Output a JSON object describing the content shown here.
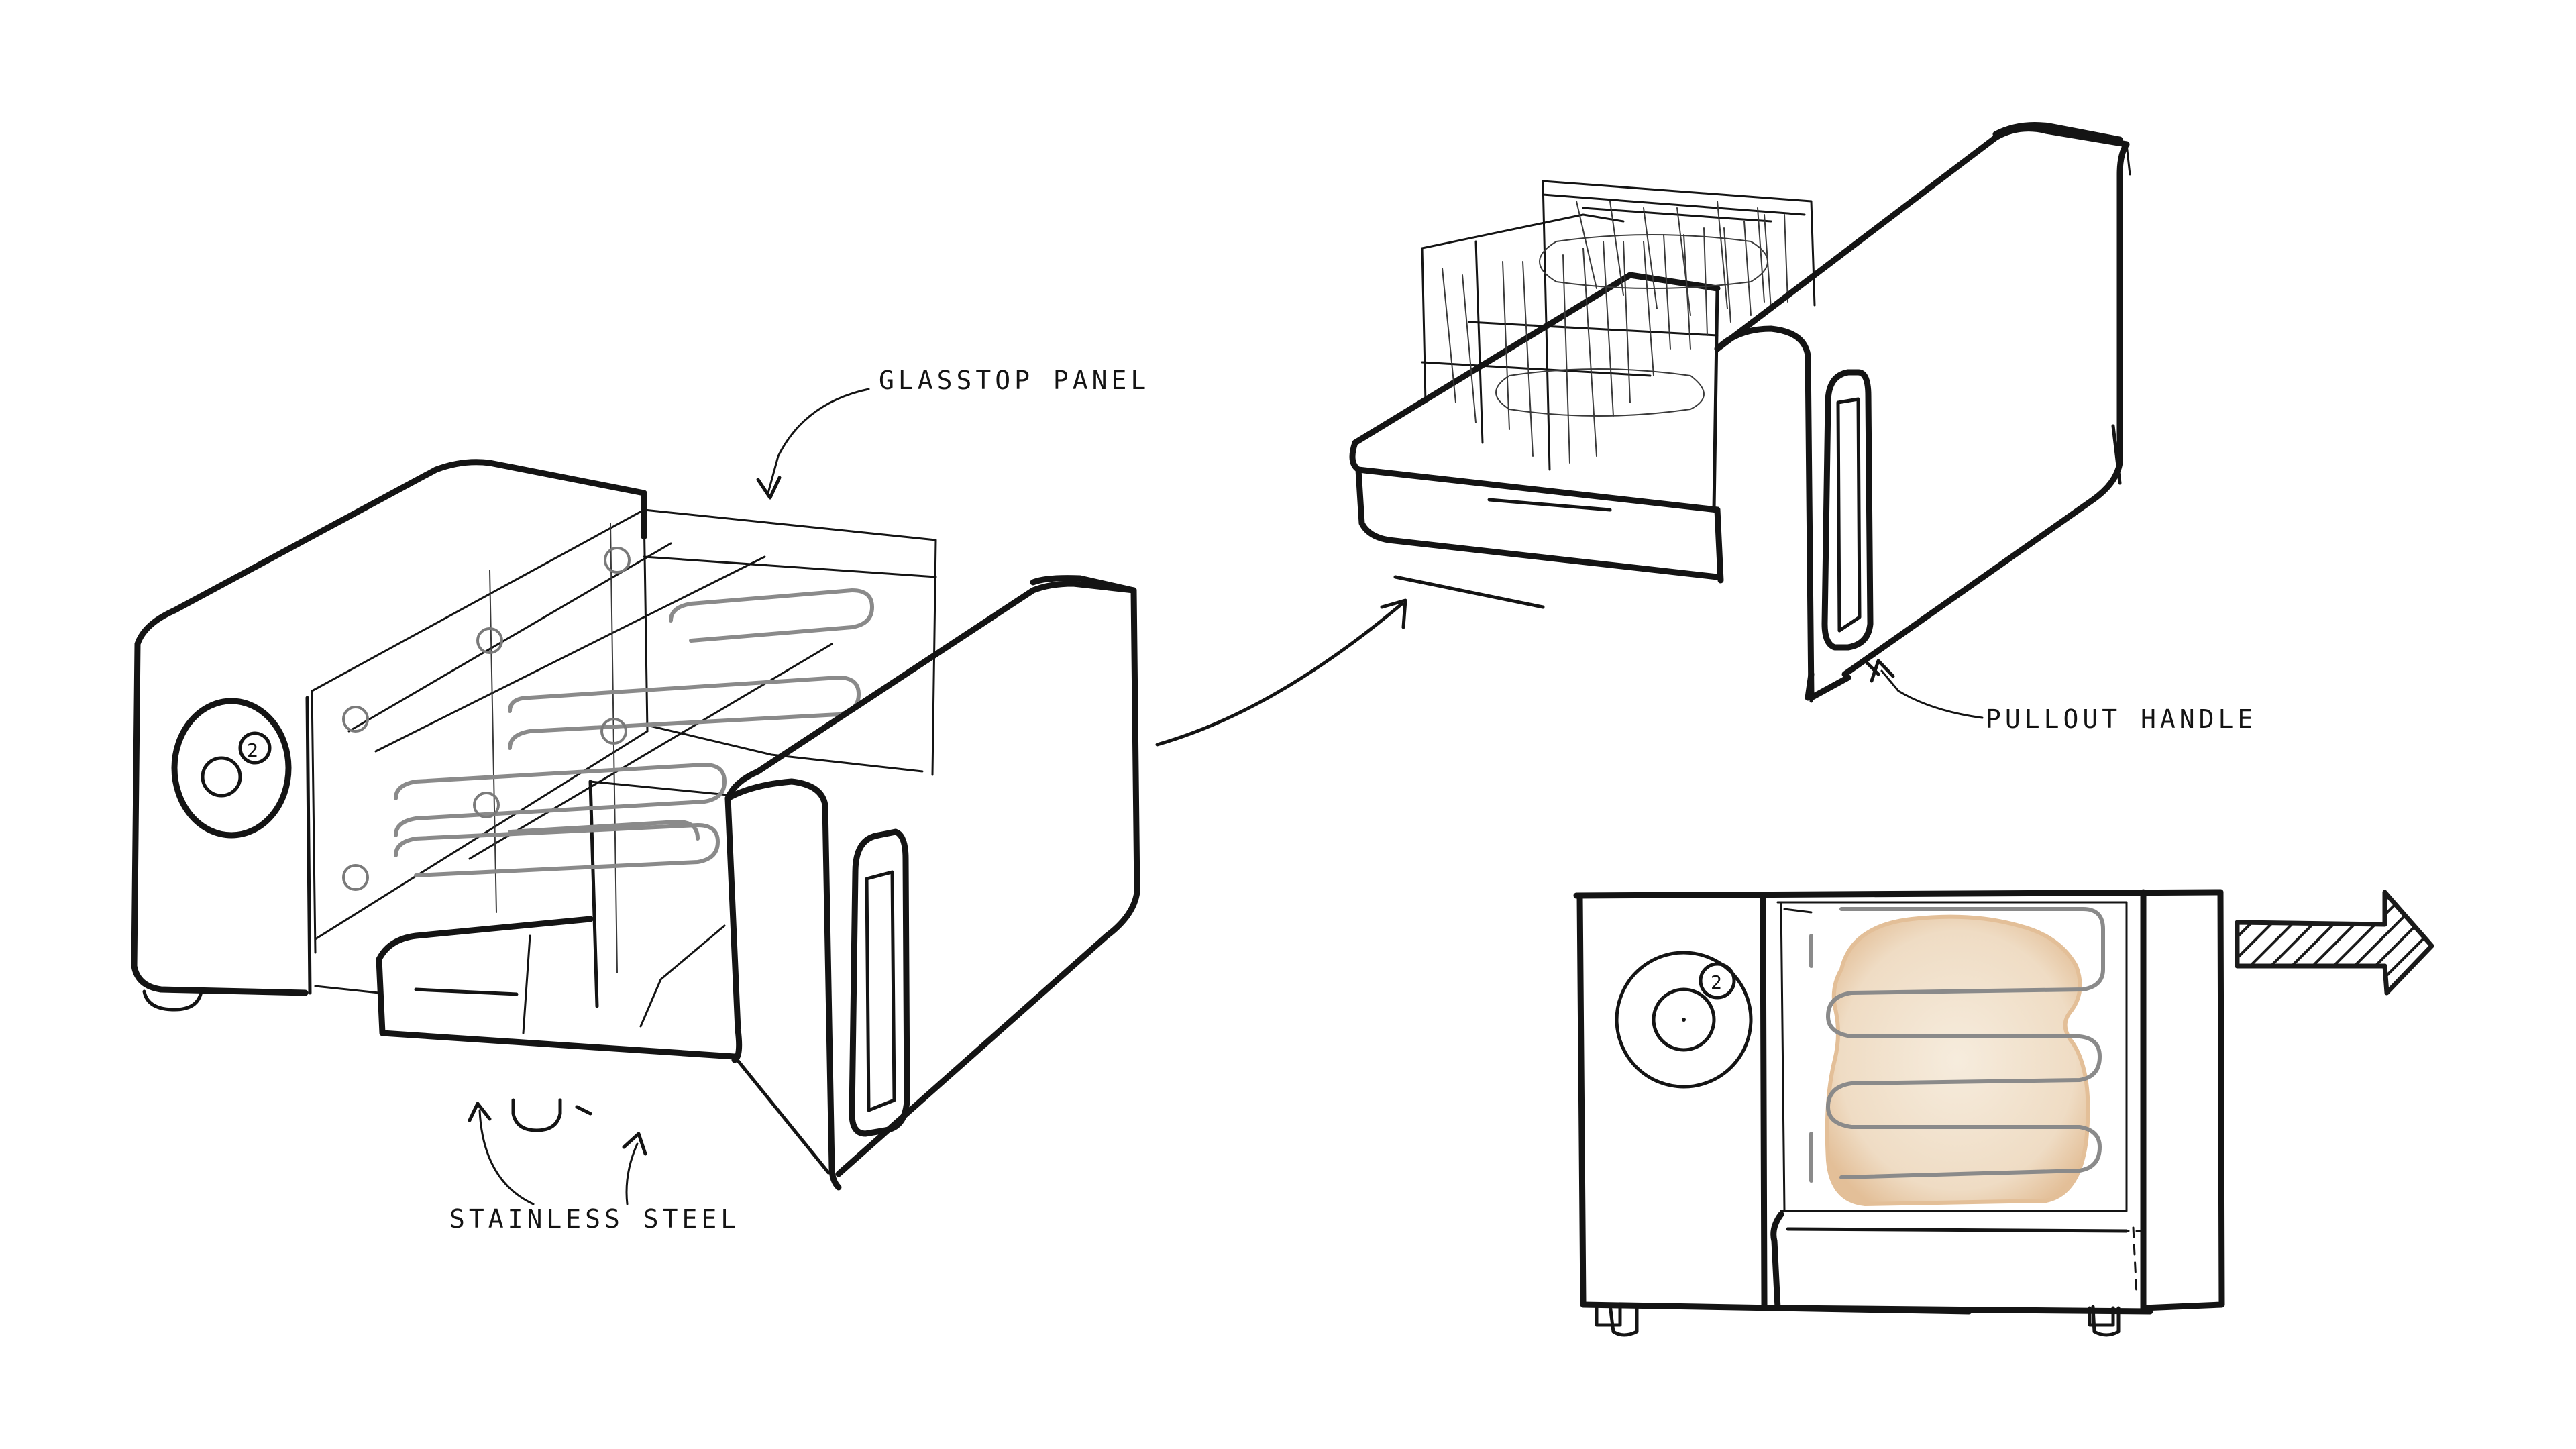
{
  "annotations": {
    "glasstop_panel": "GLASSTOP PANEL",
    "stainless_steel": "STAINLESS  STEEL",
    "pullout_handle": "PULLOUT HANDLE"
  },
  "dial_number": "2",
  "colors": {
    "ink": "#141414",
    "coil": "#8a8a8a",
    "bread_crust": "#e8c8a4",
    "bread_crumb": "#f3e6d3",
    "arrow_hatch": "#1a1a1a"
  },
  "icons": {
    "direction_arrow": "hatched-right-arrow",
    "dial": "concentric-dial"
  }
}
